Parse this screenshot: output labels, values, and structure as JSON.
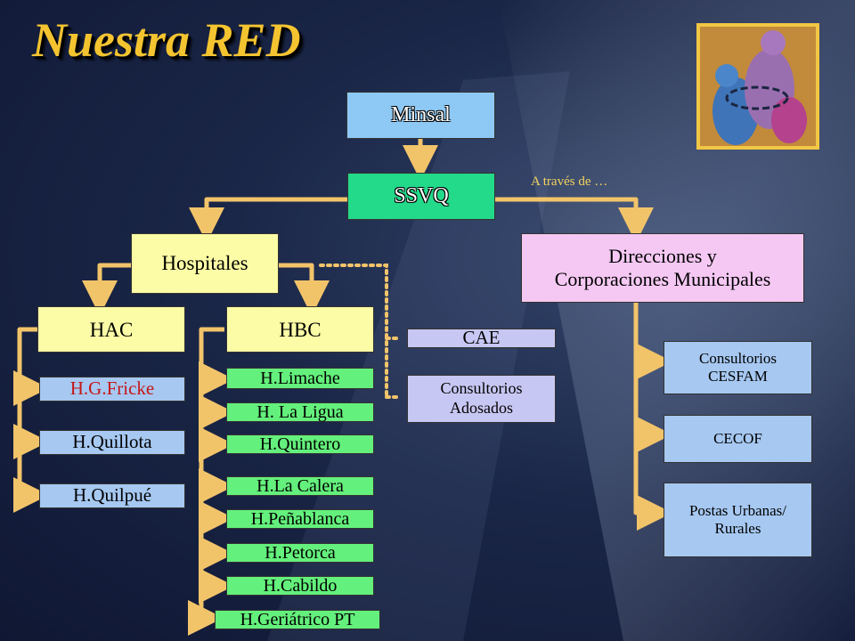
{
  "title": "Nuestra RED",
  "logo_icon": "people-network-illustration",
  "via_label": "A través de …",
  "colors": {
    "title": "#f4c430",
    "connector": "#f2c46a",
    "dotted": "#f2c46a"
  },
  "nodes": {
    "minsal": "Minsal",
    "ssvq": "SSVQ",
    "hospitales": "Hospitales",
    "direcciones": "Direcciones y Corporaciones Municipales",
    "hac": "HAC",
    "hbc": "HBC",
    "cae": "CAE",
    "consultorios_adosados": "Consultorios Adosados"
  },
  "hac_items": [
    "H.G.Fricke",
    "H.Quillota",
    "H.Quilpué"
  ],
  "hbc_items": [
    "H.Limache",
    "H. La Ligua",
    "H.Quintero",
    "H.La Calera",
    "H.Peñablanca",
    "H.Petorca",
    "H.Cabildo",
    "H.Geriátrico PT"
  ],
  "municipal_items": [
    "Consultorios CESFAM",
    "CECOF",
    "Postas Urbanas/ Rurales"
  ]
}
